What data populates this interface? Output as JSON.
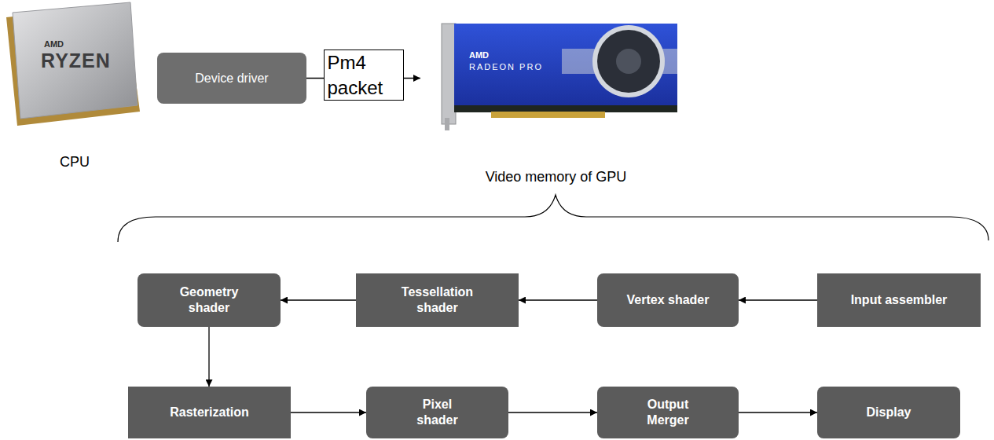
{
  "diagram": {
    "nodes": [
      {
        "text": [
          "CPU"
        ]
      },
      {
        "text": [
          "Device driver"
        ]
      },
      {
        "text": [
          "Video memory of GPU"
        ]
      },
      {
        "text": [
          "Geometry shader"
        ]
      },
      {
        "text": [
          "Tessellation shader"
        ]
      },
      {
        "text": [
          "Vertex shader"
        ]
      },
      {
        "text": [
          "Input assembler"
        ]
      },
      {
        "text": [
          "Rasterization"
        ]
      },
      {
        "text": [
          "Pixel shader"
        ]
      },
      {
        "text": [
          "Output Merger"
        ]
      },
      {
        "text": [
          "Display"
        ]
      }
    ],
    "edges": [
      {
        "from": 1,
        "to": 2,
        "label": "Pm4 packet",
        "arrow": "to"
      },
      {
        "from": 6,
        "to": 5,
        "arrow": "to"
      },
      {
        "from": 5,
        "to": 4,
        "arrow": "to"
      },
      {
        "from": 4,
        "to": 3,
        "arrow": "to"
      },
      {
        "from": 3,
        "to": 7,
        "arrow": "to"
      },
      {
        "from": 7,
        "to": 8,
        "arrow": "to"
      },
      {
        "from": 8,
        "to": 9,
        "arrow": "to"
      },
      {
        "from": 9,
        "to": 10,
        "arrow": "to"
      }
    ],
    "labels": [
      "AMD",
      "RYZEN",
      "AMD",
      "RADEON PRO"
    ]
  }
}
